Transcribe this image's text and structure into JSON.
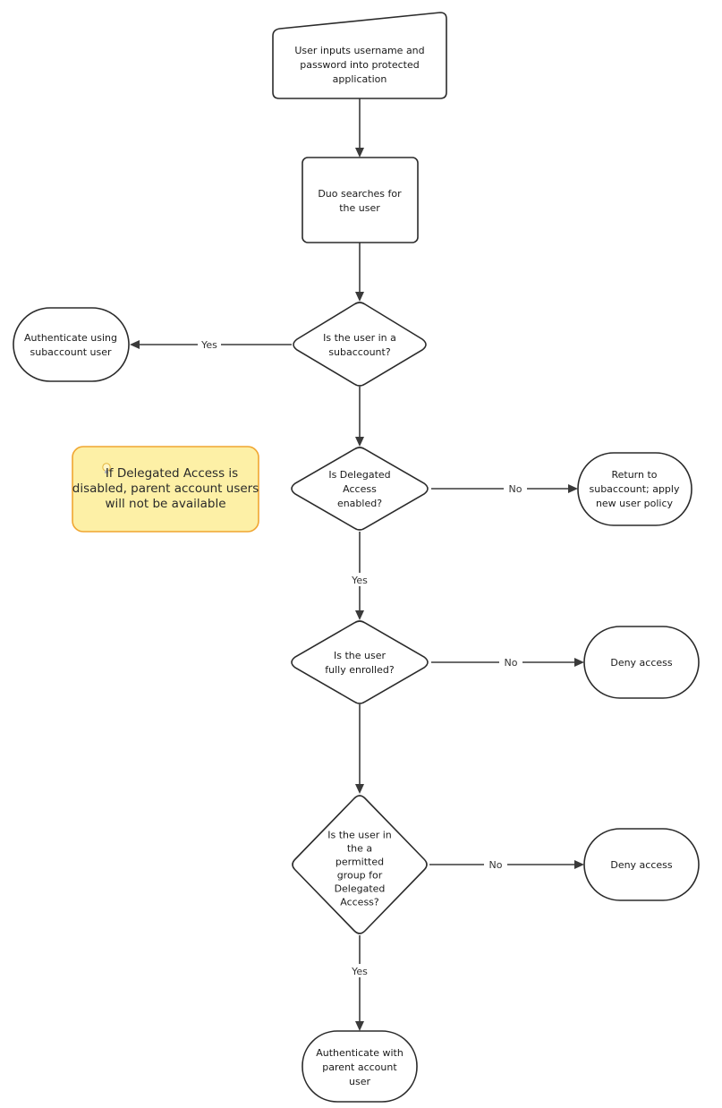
{
  "nodes": {
    "input": [
      "User inputs username and",
      "password into protected",
      "application"
    ],
    "search": [
      "Duo searches for",
      "the user"
    ],
    "subaccount_question": [
      "Is the user in a",
      "subaccount?"
    ],
    "auth_subaccount": [
      "Authenticate using",
      "subaccount user"
    ],
    "delegated_question": [
      "Is Delegated",
      "Access",
      "enabled?"
    ],
    "return_subaccount": [
      "Return to",
      "subaccount; apply",
      "new user policy"
    ],
    "enrolled_question": [
      "Is the user",
      "fully enrolled?"
    ],
    "deny_1": [
      "Deny access"
    ],
    "group_question": [
      "Is the user in",
      "the a",
      "permitted",
      "group for",
      "Delegated",
      "Access?"
    ],
    "deny_2": [
      "Deny access"
    ],
    "auth_parent": [
      "Authenticate with",
      "parent account",
      "user"
    ]
  },
  "note": {
    "icon": "lightbulb-icon",
    "lines": [
      "If Delegated Access is",
      "disabled, parent account users",
      "will not be available"
    ]
  },
  "edge_labels": {
    "subaccount_yes": "Yes",
    "delegated_no": "No",
    "delegated_yes": "Yes",
    "enrolled_no": "No",
    "group_no": "No",
    "group_yes": "Yes"
  }
}
